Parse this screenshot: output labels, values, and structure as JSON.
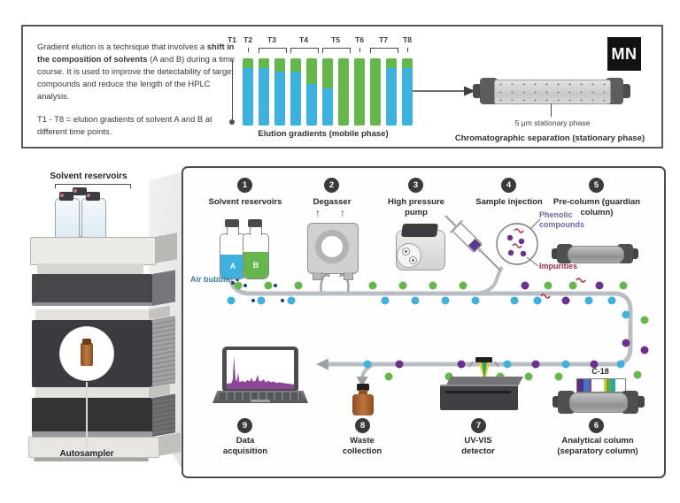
{
  "logo": {
    "text": "MN"
  },
  "top_panel": {
    "description": {
      "p1_pre": "Gradient elution is a technique that involves a ",
      "p1_bold": "shift in the composition of solvents",
      "p1_post": " (A and B) during a time course. It is used to improve the detectability of target compounds and reduce the length of the HPLC analysis.",
      "p2": "T1 - T8 = elution gradients of solvent A and B at different time points."
    },
    "elution_chart": {
      "type": "bar",
      "caption": "Elution gradients (mobile phase)",
      "time_labels": [
        "T1",
        "T2",
        "T3",
        "T4",
        "T5",
        "T6",
        "T7",
        "T8"
      ],
      "bars": [
        {
          "group": "T2",
          "solventB_pct": 15,
          "solventA_pct": 85
        },
        {
          "group": "T3",
          "solventB_pct": 15,
          "solventA_pct": 85
        },
        {
          "group": "T3",
          "solventB_pct": 20,
          "solventA_pct": 80
        },
        {
          "group": "T4",
          "solventB_pct": 20,
          "solventA_pct": 80
        },
        {
          "group": "T4",
          "solventB_pct": 38,
          "solventA_pct": 62
        },
        {
          "group": "T5",
          "solventB_pct": 45,
          "solventA_pct": 55
        },
        {
          "group": "T5",
          "solventB_pct": 100,
          "solventA_pct": 0
        },
        {
          "group": "T6",
          "solventB_pct": 100,
          "solventA_pct": 0
        },
        {
          "group": "T7",
          "solventB_pct": 100,
          "solventA_pct": 0
        },
        {
          "group": "T7",
          "solventB_pct": 15,
          "solventA_pct": 85
        },
        {
          "group": "T8",
          "solventB_pct": 15,
          "solventA_pct": 85
        }
      ]
    },
    "separation": {
      "particle_label": "5 μm stationary phase",
      "caption": "Chromatographic separation (stationary phase)"
    }
  },
  "instrument": {
    "top_label": "Solvent reservoirs",
    "bottom_label": "Autosampler"
  },
  "stations": [
    {
      "num": "1",
      "label": "Solvent reservoirs"
    },
    {
      "num": "2",
      "label": "Degasser"
    },
    {
      "num": "3",
      "label": "High pressure pump"
    },
    {
      "num": "4",
      "label": "Sample injection"
    },
    {
      "num": "5",
      "label": "Pre-column (guardian column)"
    },
    {
      "num": "6",
      "label": "Analytical column (separatory column)"
    },
    {
      "num": "7",
      "label": "UV-VIS detector"
    },
    {
      "num": "8",
      "label": "Waste collection"
    },
    {
      "num": "9",
      "label": "Data acquisition"
    }
  ],
  "flow": {
    "air_bubble_label": "Air bubble",
    "phenolic_label": "Phenolic compounds",
    "impurities_label": "Impurities",
    "column_type_label": "C-18",
    "solventA_letter": "A",
    "solventB_letter": "B"
  },
  "colors": {
    "solvent_a_blue": "#3eb1dc",
    "solvent_b_green": "#67b64d",
    "phenolic_purple": "#6c3091",
    "impurity_red": "#b02c42",
    "air_bubble_navy": "#23406b",
    "tube_gray": "#b9bdc4",
    "circle_dark": "#3a3a3c",
    "amber_vial": "#b06a2e",
    "chromatogram_purple": "#8c4799",
    "panel_border": "#4b4c4e"
  }
}
